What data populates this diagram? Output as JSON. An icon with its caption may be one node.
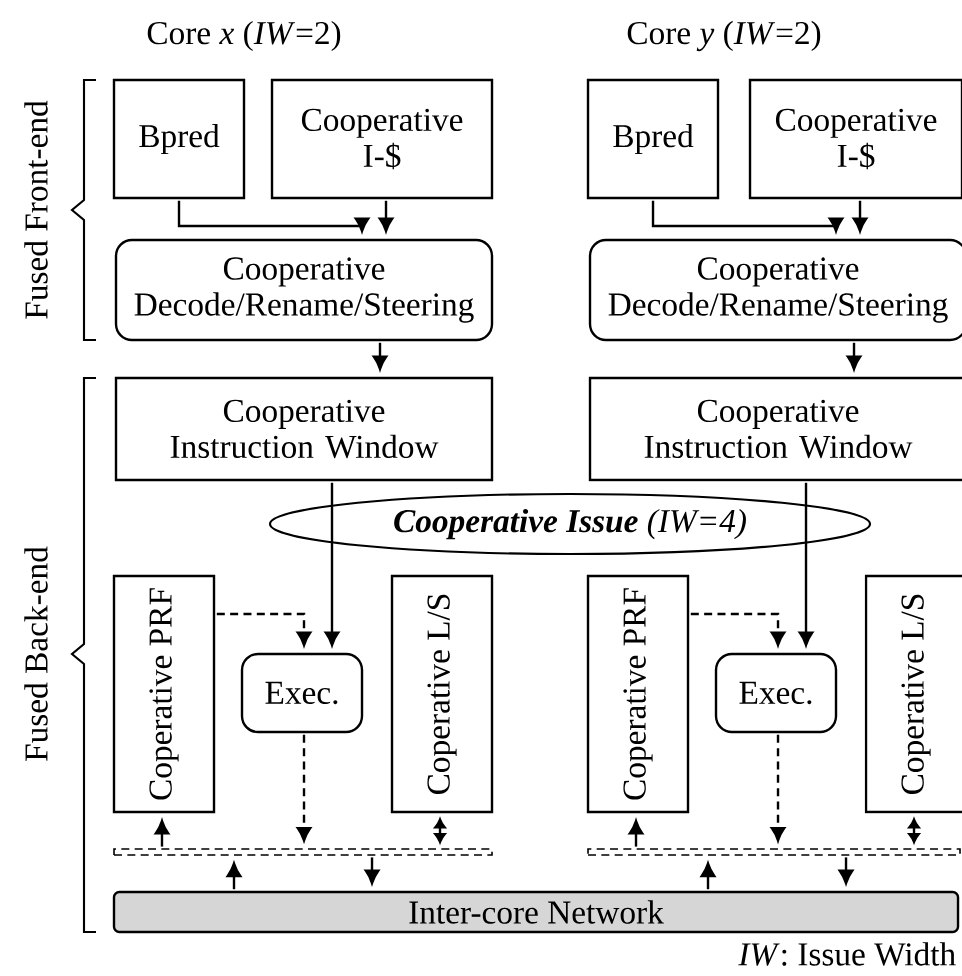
{
  "diagram": {
    "nodes": [
      {
        "text": [
          "Bpred"
        ]
      },
      {
        "text": [
          "Cooperative I-$"
        ]
      },
      {
        "text": [
          "Cooperative Decode/Rename/Steering"
        ]
      },
      {
        "text": [
          "Cooperative Instruction Window"
        ]
      },
      {
        "text": [
          "Coperative PRF"
        ]
      },
      {
        "text": [
          "Exec."
        ]
      },
      {
        "text": [
          "Coperative L/S"
        ]
      },
      {
        "text": [
          "Bpred"
        ]
      },
      {
        "text": [
          "Cooperative I-$"
        ]
      },
      {
        "text": [
          "Cooperative Decode/Rename/Steering"
        ]
      },
      {
        "text": [
          "Cooperative Instruction Window"
        ]
      },
      {
        "text": [
          "Coperative PRF"
        ]
      },
      {
        "text": [
          "Exec."
        ]
      },
      {
        "text": [
          "Coperative L/S"
        ]
      },
      {
        "text": [
          "Inter-core Network"
        ]
      },
      {
        "text": [],
        "shape": "bar"
      },
      {
        "text": [],
        "shape": "bar"
      }
    ],
    "edges": [
      {
        "from": 0,
        "to": 2,
        "arrow": "to"
      },
      {
        "from": 1,
        "to": 2,
        "arrow": "to"
      },
      {
        "from": 2,
        "to": 3,
        "arrow": "to"
      },
      {
        "from": 3,
        "to": 5,
        "arrow": "to"
      },
      {
        "from": 4,
        "to": 5,
        "arrow": "to",
        "style": "dashed"
      },
      {
        "from": 5,
        "to": 15,
        "arrow": "to",
        "style": "dashed"
      },
      {
        "from": 15,
        "to": 4,
        "arrow": "to"
      },
      {
        "from": 6,
        "to": 15,
        "arrow": "both"
      },
      {
        "from": 14,
        "to": 15,
        "arrow": "to"
      },
      {
        "from": 15,
        "to": 14,
        "arrow": "to"
      },
      {
        "from": 7,
        "to": 9,
        "arrow": "to"
      },
      {
        "from": 8,
        "to": 9,
        "arrow": "to"
      },
      {
        "from": 9,
        "to": 10,
        "arrow": "to"
      },
      {
        "from": 10,
        "to": 12,
        "arrow": "to"
      },
      {
        "from": 11,
        "to": 12,
        "arrow": "to",
        "style": "dashed"
      },
      {
        "from": 12,
        "to": 16,
        "arrow": "to",
        "style": "dashed"
      },
      {
        "from": 16,
        "to": 11,
        "arrow": "to"
      },
      {
        "from": 13,
        "to": 16,
        "arrow": "both"
      },
      {
        "from": 14,
        "to": 16,
        "arrow": "to"
      },
      {
        "from": 16,
        "to": 14,
        "arrow": "to"
      }
    ],
    "labels": [
      "Core *x* (*IW*=2)",
      "Core *y* (*IW*=2)",
      "Fused Front-end",
      "**Cooperative Issue** (*IW*=4)",
      "Fused Back-end",
      "*IW*: Issue Width"
    ]
  }
}
